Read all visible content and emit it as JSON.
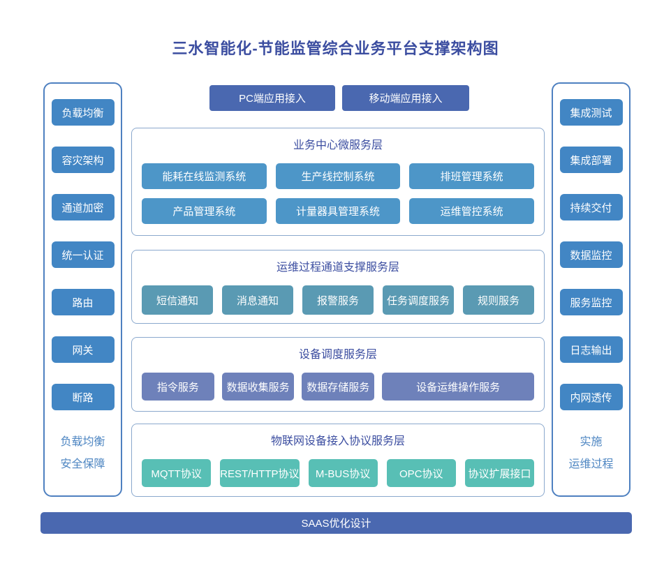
{
  "page": {
    "title": "三水智能化-节能监管综合业务平台支撑架构图"
  },
  "colors": {
    "navy": "#3b4da0",
    "steel": "#4286c4",
    "indigo": "#4a68b0",
    "c1": "#4d96c8",
    "c2": "#5a9ab3",
    "c3": "#6e81ba",
    "c4": "#58bfb5",
    "panel_border": "#4e80c0",
    "section_border": "#8aa8cd",
    "caption": "#4e86c2"
  },
  "top_buttons": [
    {
      "label": "PC端应用接入"
    },
    {
      "label": "移动端应用接入"
    }
  ],
  "left_panel": {
    "items": [
      "负载均衡",
      "容灾架构",
      "通道加密",
      "统一认证",
      "路由",
      "网关",
      "断路"
    ],
    "footer_lines": [
      "负载均衡",
      "安全保障"
    ]
  },
  "right_panel": {
    "items": [
      "集成测试",
      "集成部署",
      "持续交付",
      "数据监控",
      "服务监控",
      "日志输出",
      "内网透传"
    ],
    "footer_lines": [
      "实施",
      "运维过程"
    ]
  },
  "layers": [
    {
      "title": "业务中心微服务层",
      "rows": [
        [
          "能耗在线监测系统",
          "生产线控制系统",
          "排班管理系统"
        ],
        [
          "产品管理系统",
          "计量器具管理系统",
          "运维管控系统"
        ]
      ]
    },
    {
      "title": "运维过程通道支撑服务层",
      "rows": [
        [
          "短信通知",
          "消息通知",
          "报警服务",
          "任务调度服务",
          "规则服务"
        ]
      ]
    },
    {
      "title": "设备调度服务层",
      "rows": [
        [
          "指令服务",
          "数据收集服务",
          "数据存储服务",
          "设备运维操作服务"
        ]
      ]
    },
    {
      "title": "物联网设备接入协议服务层",
      "rows": [
        [
          "MQTT协议",
          "REST/HTTP协议",
          "M-BUS协议",
          "OPC协议",
          "协议扩展接口"
        ]
      ]
    }
  ],
  "bottom_bar": {
    "label": "SAAS优化设计"
  }
}
